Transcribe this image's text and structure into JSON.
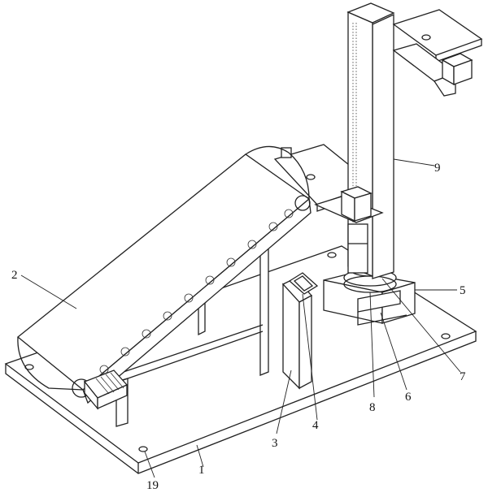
{
  "labels": {
    "l1": "1",
    "l2": "2",
    "l3": "3",
    "l4": "4",
    "l5": "5",
    "l6": "6",
    "l7": "7",
    "l8": "8",
    "l9": "9",
    "l19": "19"
  }
}
